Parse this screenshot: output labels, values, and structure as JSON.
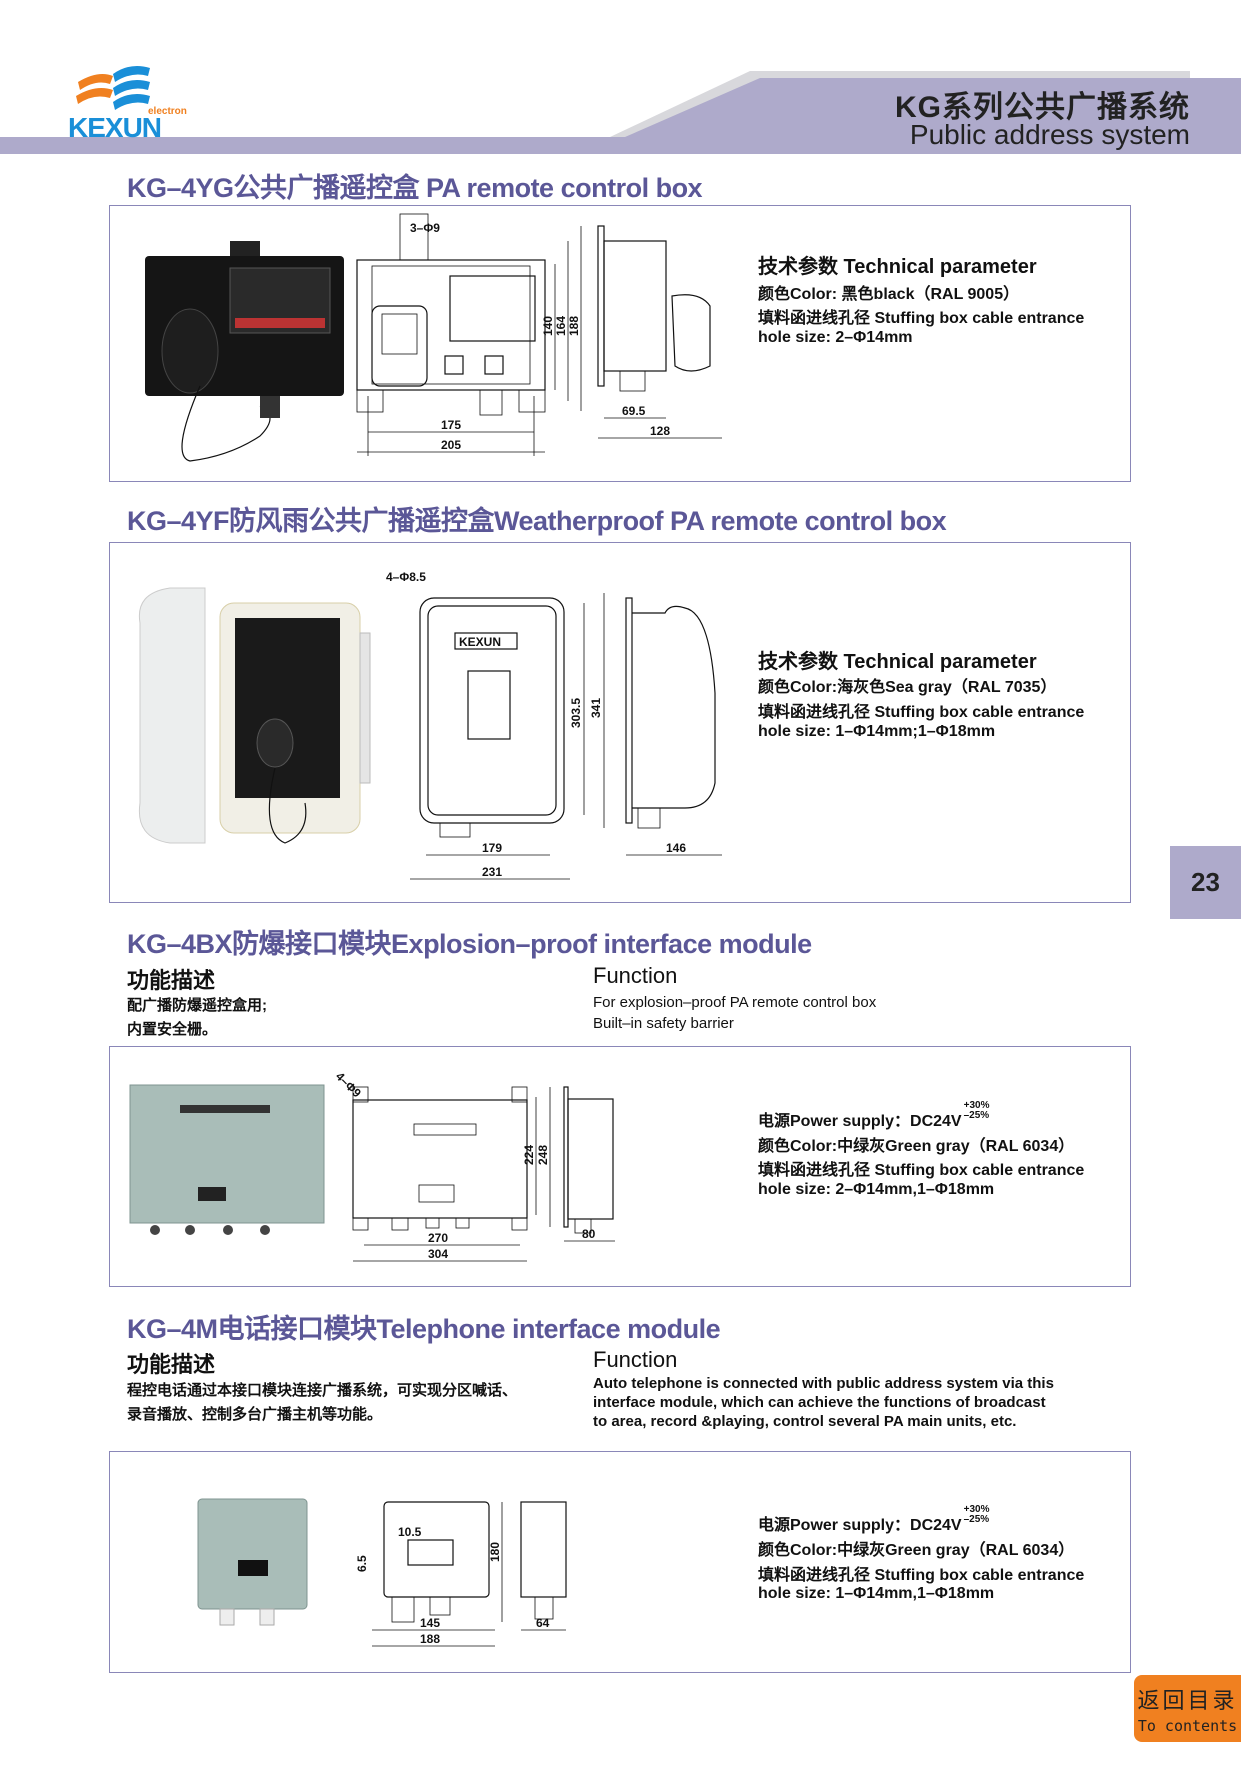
{
  "header": {
    "logo_text": "KEXUN",
    "logo_sub": "electron",
    "title_zh": "KG系列公共广播系统",
    "title_en": "Public address system"
  },
  "page_number": "23",
  "to_contents": {
    "zh": "返回目录",
    "en": "To contents"
  },
  "colors": {
    "accent": "#5b5797",
    "band": "#aeaacb",
    "orange": "#f08020",
    "logo_blue": "#1a8fd8"
  },
  "products": [
    {
      "title": "KG–4YG公共广播遥控盒 PA remote control box",
      "specs": [
        "技术参数 Technical parameter",
        "颜色Color: 黑色black（RAL 9005）",
        "填料函进线孔径 Stuffing box cable entrance",
        "hole size: 2–Φ14mm"
      ],
      "dims": {
        "holes": "3–Φ9",
        "w1": "175",
        "w2": "205",
        "h1": "140",
        "h2": "164",
        "h3": "188",
        "d1": "69.5",
        "d2": "128"
      }
    },
    {
      "title": "KG–4YF防风雨公共广播遥控盒Weatherproof PA remote control box",
      "specs": [
        "技术参数 Technical parameter",
        "颜色Color:海灰色Sea gray（RAL 7035）",
        "填料函进线孔径 Stuffing box cable entrance",
        "hole size: 1–Φ14mm;1–Φ18mm"
      ],
      "dims": {
        "holes": "4–Φ8.5",
        "brand": "KEXUN",
        "w1": "179",
        "w2": "231",
        "h1": "303.5",
        "h2": "341",
        "d1": "146"
      }
    },
    {
      "title": "KG–4BX防爆接口模块Explosion–proof interface module",
      "function": {
        "heading_zh": "功能描述",
        "heading_en": "Function",
        "zh": [
          "配广播防爆遥控盒用;",
          "内置安全栅。"
        ],
        "en": [
          "For explosion–proof PA remote control box",
          "Built–in safety barrier"
        ]
      },
      "power": {
        "label": "电源Power supply：DC24V",
        "plus": "+30%",
        "minus": "–25%"
      },
      "specs": [
        "颜色Color:中绿灰Green gray（RAL 6034）",
        "填料函进线孔径 Stuffing box cable entrance",
        "hole size: 2–Φ14mm,1–Φ18mm"
      ],
      "dims": {
        "holes": "4–Φ9",
        "w1": "270",
        "w2": "304",
        "h1": "224",
        "h2": "248",
        "d1": "80"
      }
    },
    {
      "title": "KG–4M电话接口模块Telephone interface module",
      "function": {
        "heading_zh": "功能描述",
        "heading_en": "Function",
        "zh": [
          "程控电话通过本接口模块连接广播系统，可实现分区喊话、",
          "录音播放、控制多台广播主机等功能。"
        ],
        "en": [
          "Auto telephone is connected with public address system via this",
          "interface module, which can achieve the functions of broadcast",
          "to area, record &playing, control several PA main units, etc."
        ]
      },
      "power": {
        "label": "电源Power supply：DC24V",
        "plus": "+30%",
        "minus": "–25%"
      },
      "specs": [
        "颜色Color:中绿灰Green gray（RAL 6034）",
        "填料函进线孔径 Stuffing box cable entrance",
        "hole size: 1–Φ14mm,1–Φ18mm"
      ],
      "dims": {
        "w1": "145",
        "w2": "188",
        "h1": "180",
        "a": "10.5",
        "b": "6.5",
        "d1": "64"
      }
    }
  ]
}
